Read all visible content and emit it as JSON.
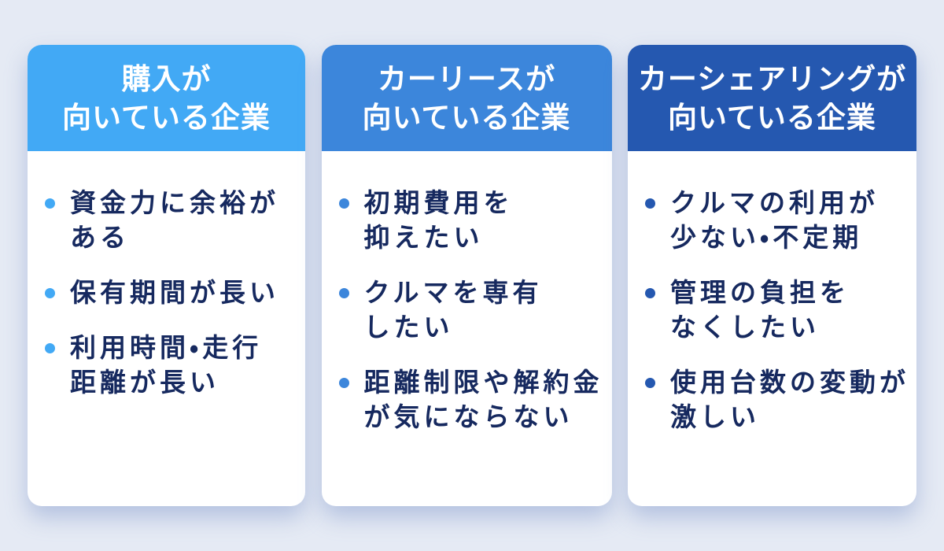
{
  "page": {
    "background_color": "#E5EAF4",
    "text_color": "#16295F"
  },
  "cards": [
    {
      "id": "purchase",
      "header_color": "#42A9F5",
      "bullet_color": "#42A9F5",
      "title_lines": [
        "購入が",
        "向いている企業"
      ],
      "items": [
        [
          "資金力に余裕が",
          "ある"
        ],
        [
          "保有期間が長い"
        ],
        [
          "利用時間・走行",
          "距離が長い"
        ]
      ]
    },
    {
      "id": "car-lease",
      "header_color": "#3C86DB",
      "bullet_color": "#3C86DB",
      "title_lines": [
        "カーリースが",
        "向いている企業"
      ],
      "items": [
        [
          "初期費用を",
          "抑えたい"
        ],
        [
          "クルマを専有",
          "したい"
        ],
        [
          "距離制限や解約金",
          "が気にならない"
        ]
      ]
    },
    {
      "id": "car-sharing",
      "header_color": "#2558B0",
      "bullet_color": "#2558B0",
      "title_lines": [
        "カーシェアリングが",
        "向いている企業"
      ],
      "items": [
        [
          "クルマの利用が",
          "少ない・不定期"
        ],
        [
          "管理の負担を",
          "なくしたい"
        ],
        [
          "使用台数の変動が",
          "激しい"
        ]
      ]
    }
  ]
}
